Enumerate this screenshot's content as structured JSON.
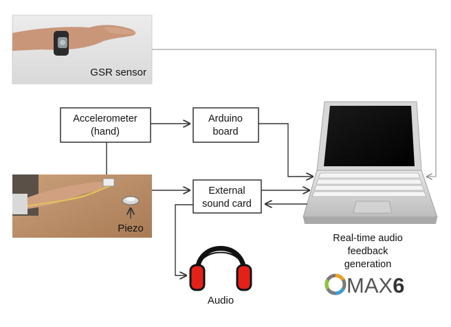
{
  "photos": {
    "gsr": {
      "caption": "GSR sensor"
    },
    "piezo": {
      "caption": "Piezo"
    }
  },
  "blocks": {
    "accelerometer": {
      "line1": "Accelerometer",
      "line2": "(hand)"
    },
    "arduino": {
      "line1": "Arduino",
      "line2": "board"
    },
    "soundcard": {
      "line1": "External",
      "line2": "sound card"
    }
  },
  "laptop": {
    "caption_lines": [
      "Real-time audio",
      "feedback",
      "generation"
    ]
  },
  "headphones": {
    "caption": "Audio"
  },
  "logo": {
    "text": "MAX",
    "version": "6"
  },
  "colors": {
    "headphone_red": "#e32119",
    "skin": "#c58c66",
    "table": "#b98a63",
    "logo_text": "#5a5a5a",
    "connector": "#333333"
  }
}
